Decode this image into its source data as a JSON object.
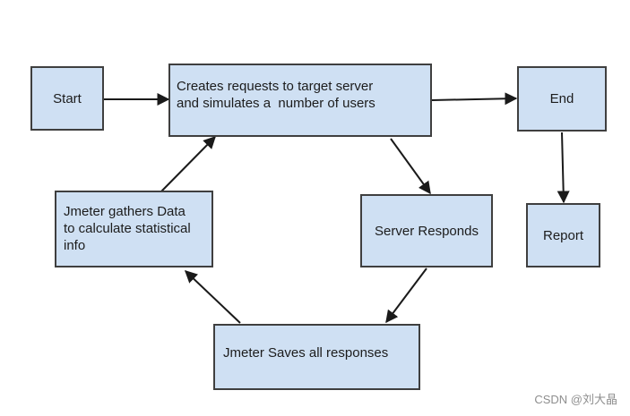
{
  "nodes": {
    "start": "Start",
    "creates": [
      "Creates requests to target server",
      "and simulates a  number of users"
    ],
    "end": "End",
    "report": "Report",
    "server_responds": "Server Responds",
    "gathers": [
      "Jmeter gathers Data",
      "to calculate statistical",
      "info"
    ],
    "saves": "Jmeter Saves all responses"
  },
  "watermark": "CSDN @刘大晶",
  "colors": {
    "box_fill": "#cfe0f3",
    "box_border": "#3f3f3f",
    "arrow": "#1a1a1a"
  }
}
